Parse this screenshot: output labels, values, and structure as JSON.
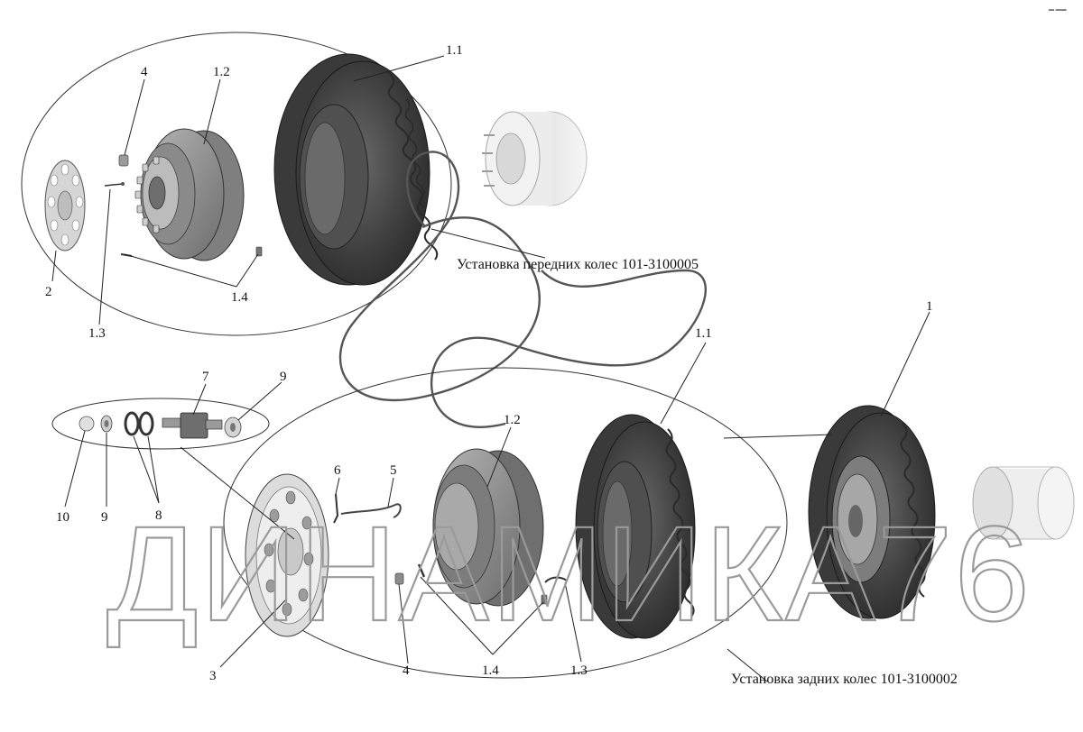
{
  "captions": {
    "front": "Установка передних колес 101-3100005",
    "rear": "Установка задних колес 101-3100002"
  },
  "watermark": "ДИНАМИКА76",
  "callouts": {
    "front_tire": "1.1",
    "front_rim": "1.2",
    "front_nut": "4",
    "front_cap": "2",
    "front_valve": "1.3",
    "front_studs": "1.4",
    "rear_assembly": "1",
    "rear_tire": "1.1",
    "rear_rim": "1.2",
    "rear_cover": "3",
    "rear_hose": "5",
    "rear_clip": "6",
    "rear_nut": "4",
    "rear_studs": "1.4",
    "rear_valve": "1.3",
    "pin": "7",
    "nut_right": "9",
    "nut_left": "9",
    "washers": "8",
    "cap_nut": "10"
  },
  "colors": {
    "tire_dark": "#3a3a3a",
    "tire_mid": "#5c5c5c",
    "rim_grey": "#8e8e8e",
    "hub_light": "#e8e8e8",
    "line": "#222222"
  }
}
